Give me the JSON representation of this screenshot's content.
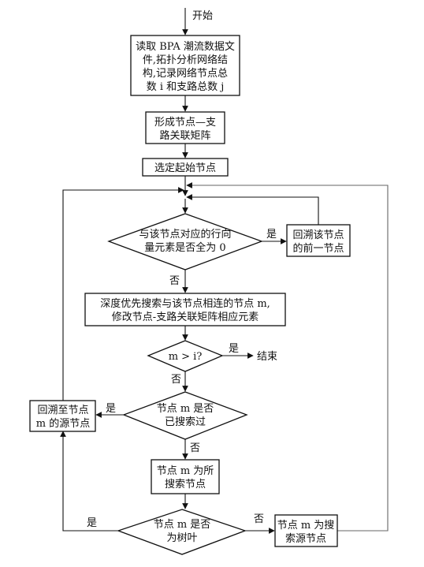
{
  "start": "开始",
  "nodes": {
    "read_file": [
      "读取 BPA 潮流数据文",
      "件,拓扑分析网络结",
      "构,记录网络节点总",
      "数 i 和支路总数 j"
    ],
    "form_matrix": [
      "形成节点—支",
      "路关联矩阵"
    ],
    "select_start": [
      "选定起始节点"
    ],
    "check_zero": [
      "与该节点对应的行向",
      "量元素是否全为 0"
    ],
    "backtrack_prev": [
      "回溯该节点",
      "的前一节点"
    ],
    "dfs_search": [
      "深度优先搜索与该节点相连的节点 m,",
      "修改节点-支路关联矩阵相应元素"
    ],
    "check_m_gt_i": [
      "m > i?"
    ],
    "end": "结束",
    "check_searched": [
      "节点 m 是否",
      "已搜索过"
    ],
    "backtrack_source": [
      "回溯至节点",
      "m 的源节点"
    ],
    "mark_searched": [
      "节点 m 为所",
      "搜索节点"
    ],
    "check_leaf": [
      "节点 m 是否",
      "为树叶"
    ],
    "mark_source": [
      "节点 m 为搜",
      "索源节点"
    ]
  },
  "edge_labels": {
    "zero_yes": "是",
    "zero_no": "否",
    "m_gt_i_yes": "是",
    "m_gt_i_no": "否",
    "searched_yes": "是",
    "searched_no": "否",
    "leaf_yes": "是",
    "leaf_no": "否"
  }
}
